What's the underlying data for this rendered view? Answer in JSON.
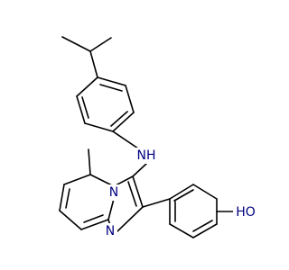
{
  "molecule": {
    "atom_labels": {
      "nh": "NH",
      "n_bridge": "N",
      "n_ring": "N",
      "oh": "HO"
    },
    "colors": {
      "bond": "#000000",
      "heteroatom": "#000080",
      "background": "#ffffff"
    }
  }
}
